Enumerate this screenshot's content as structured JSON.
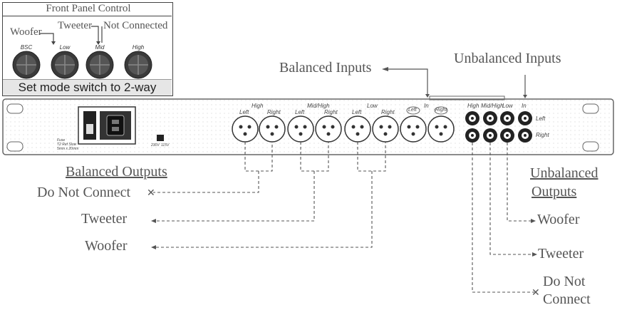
{
  "front_panel": {
    "title": "Front Panel Control",
    "woofer": "Woofer",
    "tweeter": "Tweeter",
    "not_connected": "Not Connected",
    "knobs": [
      "BSC",
      "Low",
      "Mid",
      "High"
    ],
    "mode_note": "Set mode switch to 2-way"
  },
  "callouts": {
    "balanced_inputs": "Balanced Inputs",
    "unbalanced_inputs": "Unbalanced Inputs",
    "balanced_outputs": "Balanced Outputs",
    "unbalanced_outputs_line1": "Unbalanced",
    "unbalanced_outputs_line2": "Outputs"
  },
  "balanced_destinations": {
    "do_not_connect": "Do Not Connect",
    "tweeter": "Tweeter",
    "woofer": "Woofer"
  },
  "unbalanced_destinations": {
    "woofer": "Woofer",
    "tweeter": "Tweeter",
    "do_not_1": "Do Not",
    "do_not_2": "Connect"
  },
  "rear_panel": {
    "xlr_groups": [
      {
        "name": "High",
        "left": "Left",
        "right": "Right"
      },
      {
        "name": "Mid/High",
        "left": "Left",
        "right": "Right"
      },
      {
        "name": "Low",
        "left": "Left",
        "right": "Right"
      },
      {
        "name": "In",
        "left": "Left",
        "right": "Right"
      }
    ],
    "rca_headers": [
      "High",
      "Mid/High",
      "Low",
      "In"
    ],
    "rca_rows": [
      "Left",
      "Right"
    ],
    "voltage_a": "230V",
    "voltage_b": "115V",
    "fuse_lines": [
      "Fuse",
      "T2 Ref Slow",
      "5mm x 20mm"
    ]
  },
  "colors": {
    "line": "#555555",
    "panel": "#ffffff",
    "mode_bar": "#e6e6e6",
    "knob": "#3a3a3a"
  }
}
